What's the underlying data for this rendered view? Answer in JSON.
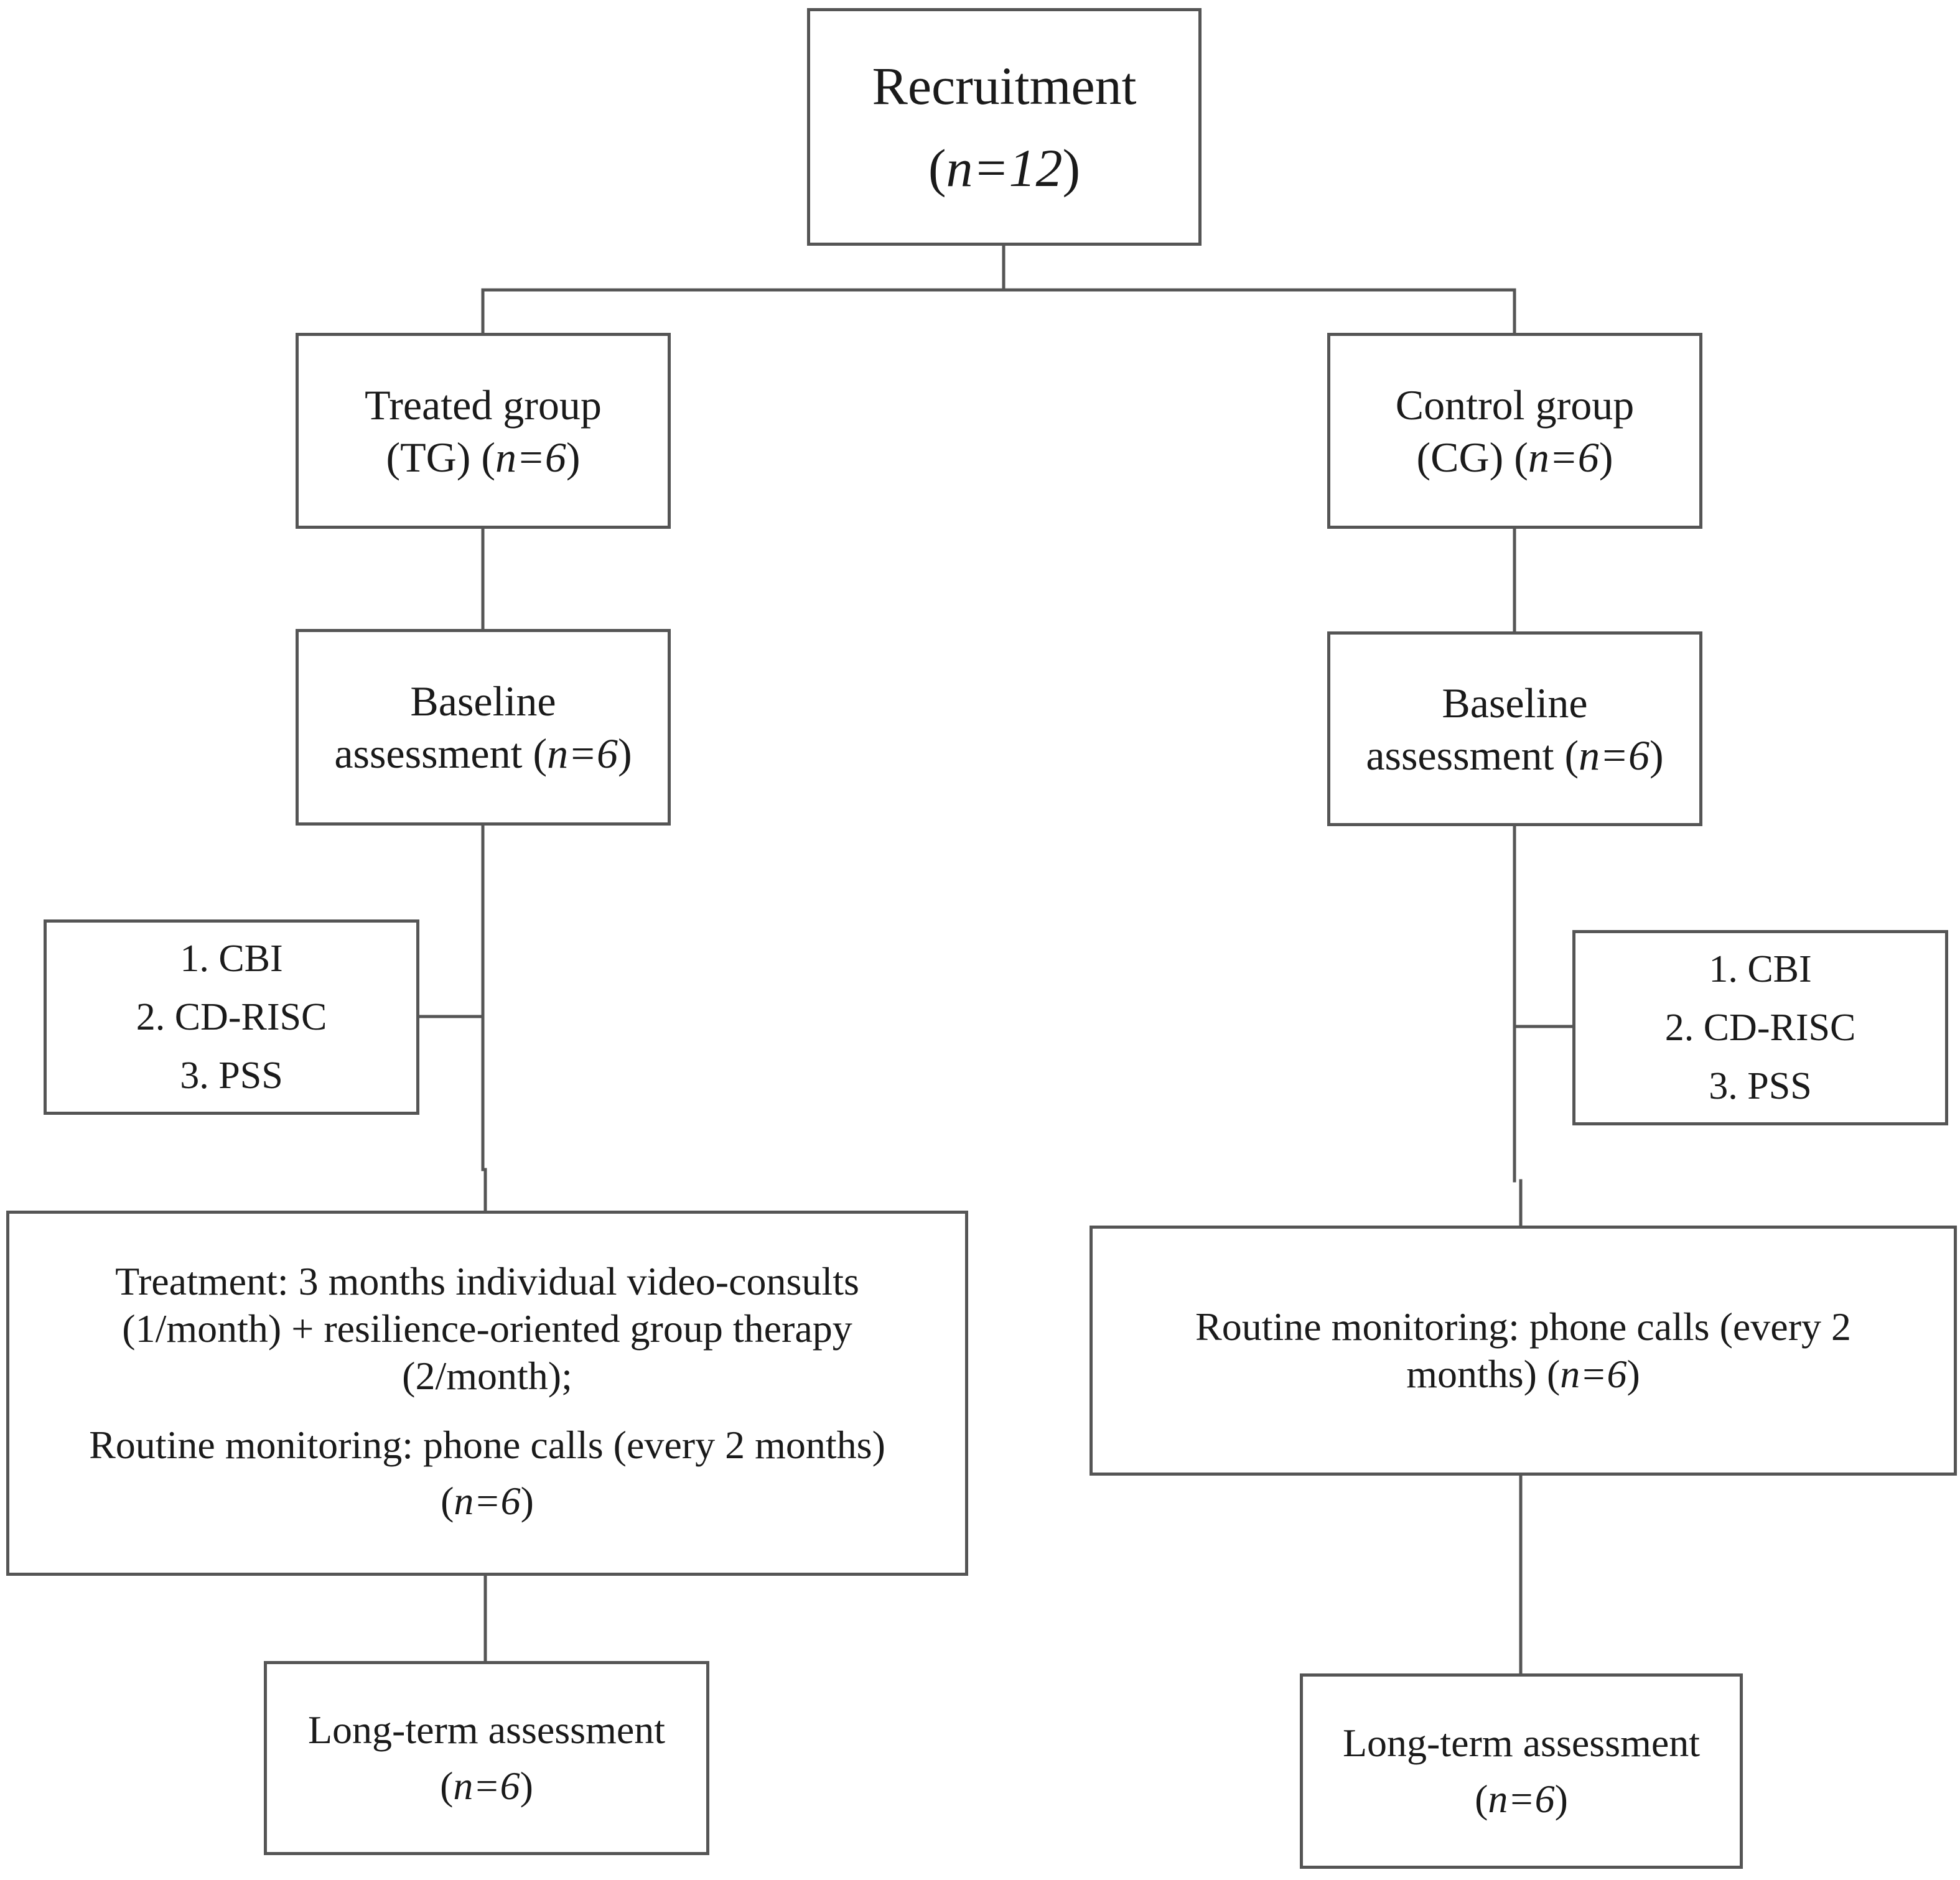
{
  "recruitment": {
    "title": "Recruitment",
    "n_pre": "(",
    "n_val": "n=12",
    "n_post": ")"
  },
  "treated_group": {
    "line1": "Treated group",
    "line2_pre": "(TG) (",
    "n_val": "n=6",
    "line2_post": ")"
  },
  "control_group": {
    "line1": "Control group",
    "line2_pre": "(CG) (",
    "n_val": "n=6",
    "line2_post": ")"
  },
  "tg_baseline": {
    "line1": "Baseline",
    "line2_pre": "assessment (",
    "n_val": "n=6",
    "line2_post": ")"
  },
  "cg_baseline": {
    "line1": "Baseline",
    "line2_pre": "assessment (",
    "n_val": "n=6",
    "line2_post": ")"
  },
  "tg_measures": [
    "1. CBI",
    "2. CD-RISC",
    "3. PSS"
  ],
  "cg_measures": [
    "1. CBI",
    "2. CD-RISC",
    "3. PSS"
  ],
  "tg_treatment": {
    "line1": "Treatment: 3 months individual video-consults",
    "line2": "(1/month) + resilience-oriented group therapy",
    "line3": "(2/month);",
    "line4": "Routine monitoring: phone calls (every 2 months)",
    "n_pre": "(",
    "n_val": "n=6",
    "n_post": ")"
  },
  "cg_monitoring": {
    "line1": "Routine monitoring: phone calls (every 2",
    "line2_pre": "months) (",
    "n_val": "n=6",
    "line2_post": ")"
  },
  "tg_longterm": {
    "line1": "Long-term assessment",
    "n_pre": "(",
    "n_val": "n=6",
    "n_post": ")"
  },
  "cg_longterm": {
    "line1": "Long-term assessment",
    "n_pre": "(",
    "n_val": "n=6",
    "n_post": ")"
  }
}
